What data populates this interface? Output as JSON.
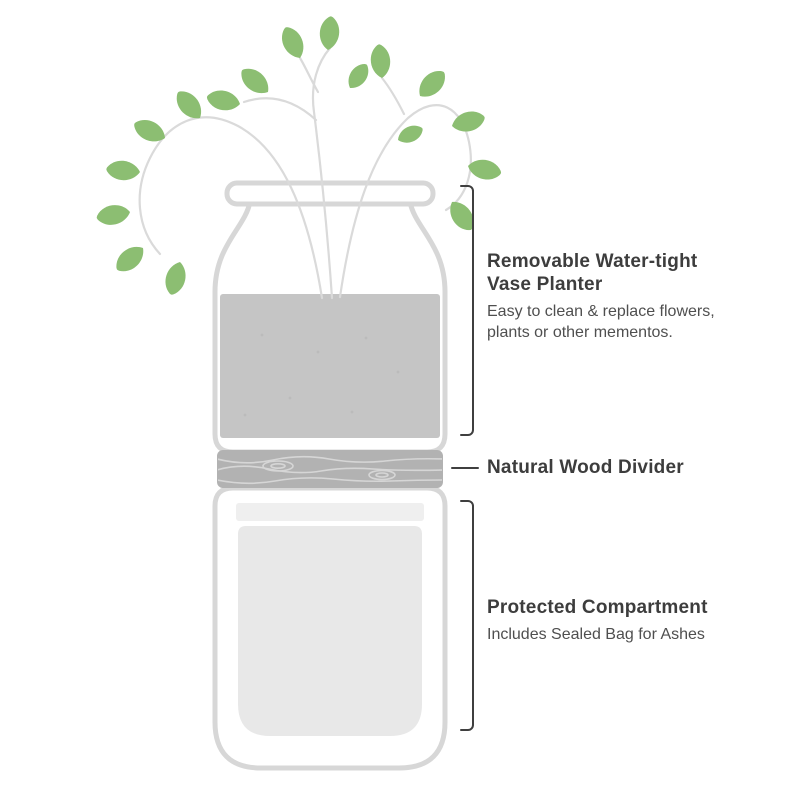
{
  "figure": {
    "name": "memorial-vase-urn-feature-diagram"
  },
  "colors": {
    "leaf": "#8CBE72",
    "stem": "#DADADA",
    "vase_outline": "#D7D7D7",
    "planter_fill": "#C5C5C5",
    "speckle": "#BBBBBB",
    "wood_band": "#B2B2B2",
    "wood_grain": "#D6D6D6",
    "bag_fold": "#EFEFEF",
    "bag_body": "#E8E8E8",
    "bracket": "#3F3F3F",
    "text_strong": "#3D3D3D",
    "text_soft": "#4F4F4F"
  },
  "labels": {
    "planter": {
      "heading_lines": [
        "Removable Water-tight",
        "Vase Planter"
      ],
      "description_lines": [
        "Easy to clean & replace flowers,",
        "plants or other mementos."
      ]
    },
    "divider": {
      "heading": "Natural Wood Divider"
    },
    "compartment": {
      "heading": "Protected Compartment",
      "description": "Includes Sealed Bag for Ashes"
    }
  },
  "icons": {
    "leaf": "leaf-icon",
    "wood_grain": "wood-grain-texture"
  }
}
